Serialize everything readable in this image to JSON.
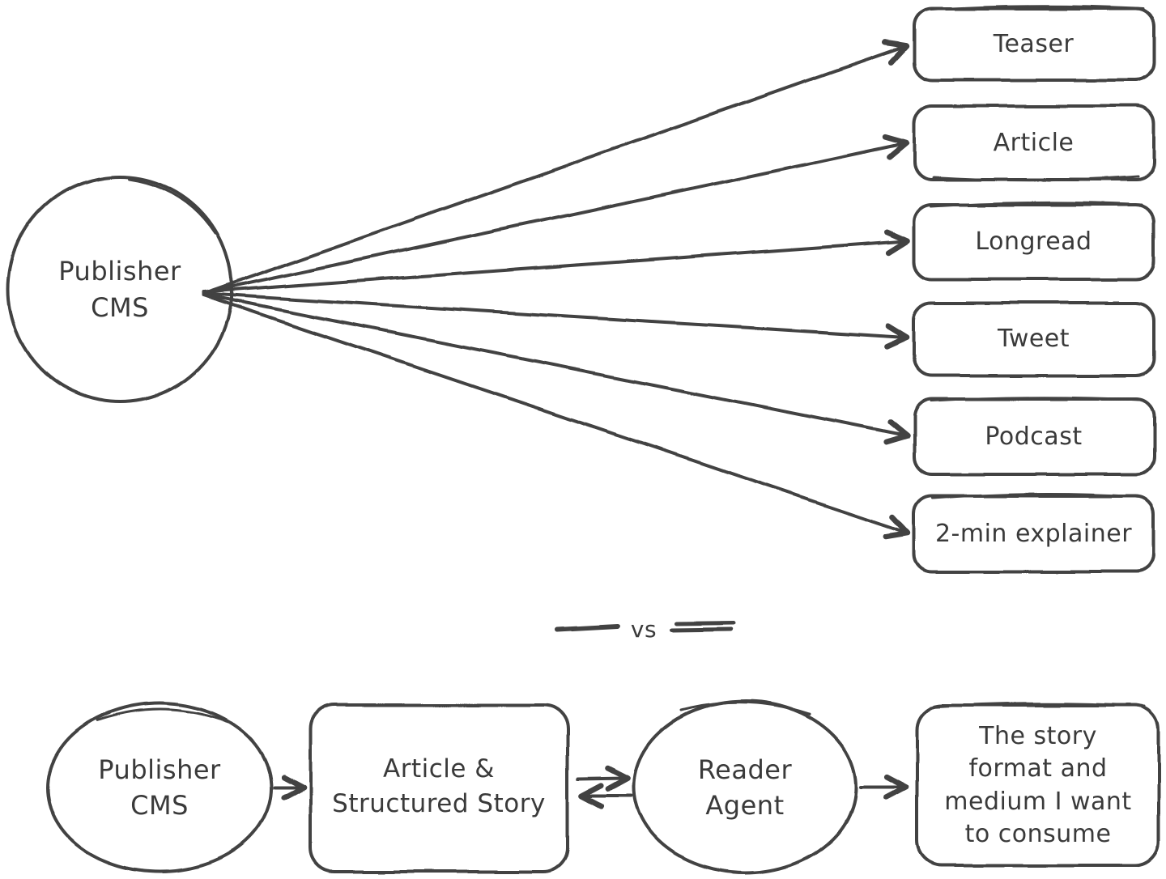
{
  "colors": {
    "stroke": "#424242",
    "text": "#3a3a3a",
    "background": "#ffffff"
  },
  "top_diagram": {
    "source_label": "Publisher\nCMS",
    "outputs": [
      "Teaser",
      "Article",
      "Longread",
      "Tweet",
      "Podcast",
      "2-min explainer"
    ]
  },
  "divider_label": "vs",
  "bottom_diagram": {
    "publisher_label": "Publisher\nCMS",
    "story_label": "Article &\nStructured Story",
    "agent_label": "Reader\nAgent",
    "output_label": "The story\nformat and\nmedium I want\nto consume"
  }
}
